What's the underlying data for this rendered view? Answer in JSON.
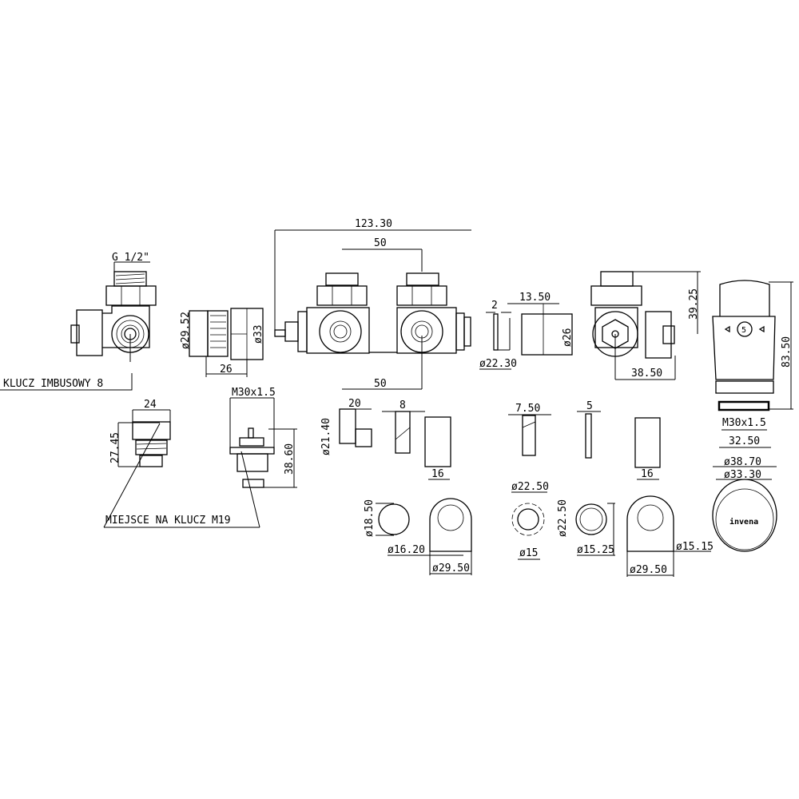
{
  "title_labels": {
    "thread": "G 1/2\"",
    "hex_key": "KLUCZ IMBUSOWY 8",
    "wrench_place": "MIEJSCE NA KLUCZ M19",
    "logo": "invena",
    "dial": "5"
  },
  "dims": {
    "d29_52": "ø29.52",
    "d33": "ø33",
    "w26": "26",
    "w24": "24",
    "h27_45": "27.45",
    "m30_left": "M30x1.5",
    "h38_60": "38.60",
    "w123_30": "123.30",
    "w50_top": "50",
    "w50_bottom": "50",
    "w20": "20",
    "w8": "8",
    "d21_40": "ø21.40",
    "w16_a": "16",
    "w2": "2",
    "w13_50": "13.50",
    "d26": "ø26",
    "d22_30": "ø22.30",
    "h39_25": "39.25",
    "w38_50": "38.50",
    "h83_50": "83.50",
    "w7_50": "7.50",
    "w5": "5",
    "w16_b": "16",
    "m30_right": "M30x1.5",
    "w32_50": "32.50",
    "d38_70": "ø38.70",
    "d33_30": "ø33.30",
    "d18_50": "ø18.50",
    "d16_20": "ø16.20",
    "d29_50_a": "ø29.50",
    "d22_50_a": "ø22.50",
    "d15": "ø15",
    "d22_50_b": "ø22.50",
    "d15_25": "ø15.25",
    "d15_15": "ø15.15",
    "d29_50_b": "ø29.50"
  }
}
